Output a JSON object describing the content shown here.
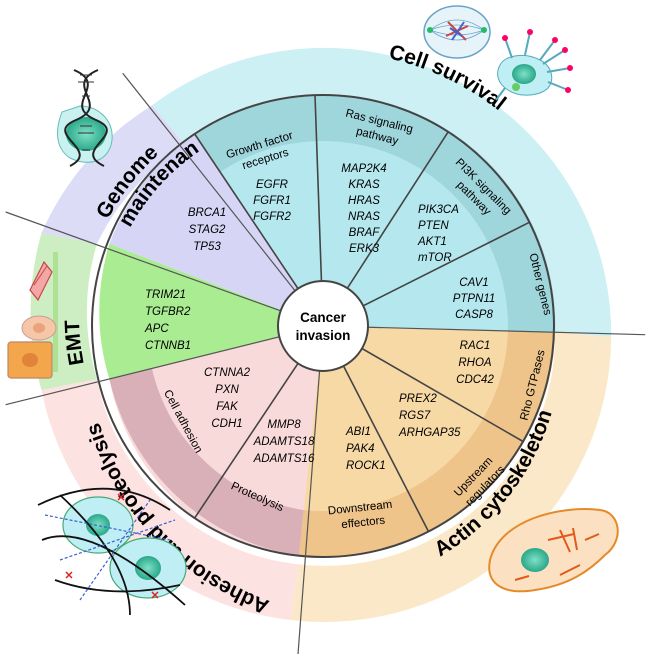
{
  "center": {
    "line1": "Cancer",
    "line2": "invasion"
  },
  "categories": {
    "cell_survival": "Cell survival",
    "genome_maintenance_1": "Genome",
    "genome_maintenance_2": "maintenance",
    "emt": "EMT",
    "adhesion_proteolysis": "Adhesion and proteolysis",
    "actin_cytoskeleton": "Actin cytoskeleton"
  },
  "groups": {
    "growth_factor": {
      "label1": "Growth factor",
      "label2": "receptors",
      "genes": [
        "EGFR",
        "FGFR1",
        "FGFR2"
      ]
    },
    "ras": {
      "label1": "Ras signaling",
      "label2": "pathway",
      "genes": [
        "MAP2K4",
        "KRAS",
        "HRAS",
        "NRAS",
        "BRAF",
        "ERK3"
      ]
    },
    "pi3k": {
      "label1": "PI3K signaling",
      "label2": "pathway",
      "genes": [
        "PIK3CA",
        "PTEN",
        "AKT1",
        "mTOR"
      ]
    },
    "other": {
      "label1": "Other genes",
      "genes": [
        "CAV1",
        "PTPN11",
        "CASP8"
      ]
    },
    "rho": {
      "label1": "Rho GTPases",
      "genes": [
        "RAC1",
        "RHOA",
        "CDC42"
      ]
    },
    "upstream": {
      "label1": "Upstream",
      "label2": "regulators",
      "genes": [
        "PREX2",
        "RGS7",
        "ARHGAP35"
      ]
    },
    "downstream": {
      "label1": "Downstream",
      "label2": "effectors",
      "genes": [
        "ABI1",
        "PAK4",
        "ROCK1"
      ]
    },
    "proteolysis": {
      "label1": "Proteolysis",
      "genes": [
        "MMP8",
        "ADAMTS18",
        "ADAMTS16"
      ]
    },
    "cell_adhesion": {
      "label1": "Cell adhesion",
      "genes": [
        "CTNNA2",
        "PXN",
        "FAK",
        "CDH1"
      ]
    },
    "emt": {
      "genes": [
        "TRIM21",
        "TGFBR2",
        "APC",
        "CTNNB1"
      ]
    },
    "genome": {
      "genes": [
        "BRCA1",
        "STAG2",
        "TP53"
      ]
    }
  },
  "colors": {
    "cell_survival_band": "#cdf0f4",
    "cell_survival_inner": "#b4e8ee",
    "cell_survival_sublabel": "#9fd6dc",
    "actin_band": "#fbe8c8",
    "actin_inner": "#f7d9a6",
    "actin_sublabel": "#eec48a",
    "adhesion_band": "#fde2e2",
    "adhesion_inner": "#f9dada",
    "adhesion_sublabel": "#d9b0b7",
    "emt_band": "#cdeec2",
    "emt_inner": "#a9ec92",
    "genome_band": "#dcdcf6",
    "genome_inner": "#d7d5f6",
    "divider": "#4a4a4a"
  },
  "icons": [
    "dna-helix-cell-icon",
    "mitotic-spindle-icon",
    "migrating-cell-icon",
    "emt-cells-icon",
    "cells-in-matrix-icon",
    "cytoskeleton-cell-icon"
  ]
}
